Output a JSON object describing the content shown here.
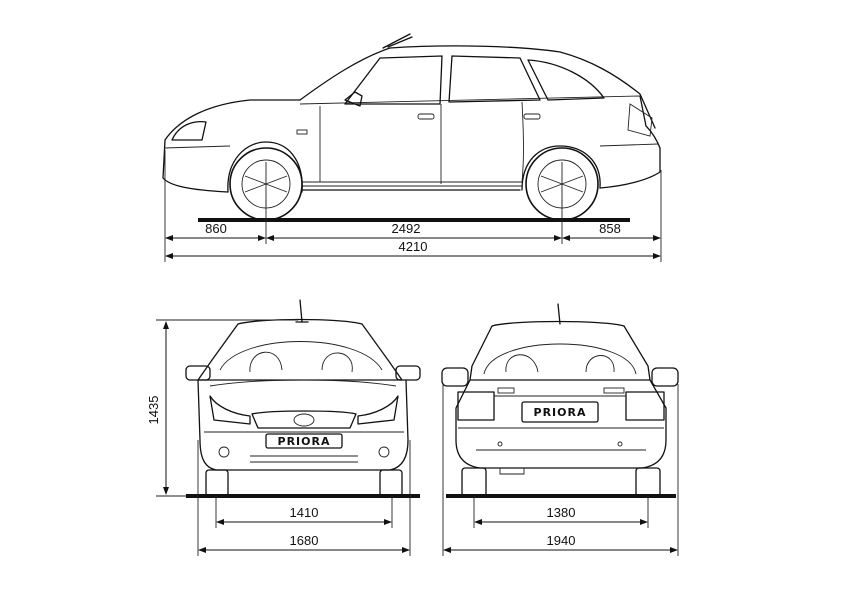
{
  "dimensions": {
    "front_overhang": "860",
    "wheelbase": "2492",
    "rear_overhang": "858",
    "overall_length": "4210",
    "height": "1435",
    "front_track": "1410",
    "front_width": "1680",
    "rear_track": "1380",
    "overall_width": "1940"
  },
  "plates": {
    "front": "PRIORA",
    "rear": "PRIORA"
  }
}
